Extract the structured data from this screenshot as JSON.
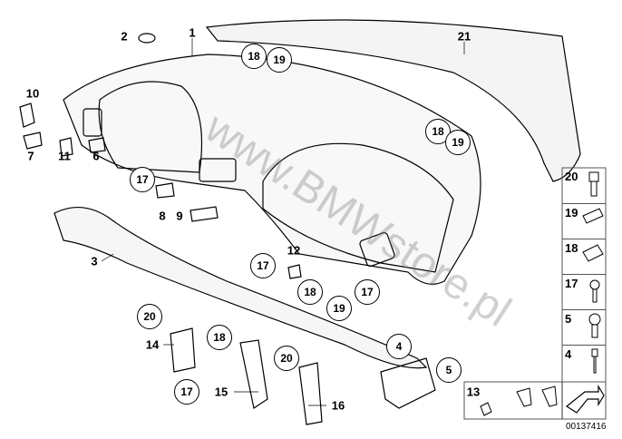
{
  "labels": {
    "l1": "1",
    "l2": "2",
    "l3": "3",
    "l6": "6",
    "l7": "7",
    "l8": "8",
    "l9": "9",
    "l10": "10",
    "l11": "11",
    "l12": "12",
    "l14": "14",
    "l15": "15",
    "l16": "16",
    "l21": "21"
  },
  "circles": {
    "c18a": "18",
    "c19a": "19",
    "c17a": "17",
    "c18b": "18",
    "c19b": "19",
    "c17b": "17",
    "c18c": "18",
    "c19c": "19",
    "c17c": "17",
    "c20a": "20",
    "c18d": "18",
    "c4": "4",
    "c5": "5",
    "c20b": "20",
    "c17d": "17"
  },
  "legend": {
    "items": [
      "20",
      "19",
      "18",
      "17",
      "5",
      "4"
    ],
    "bottom_label": "13"
  },
  "watermark": "www.BMWstore.pl",
  "part_number": "00137416"
}
